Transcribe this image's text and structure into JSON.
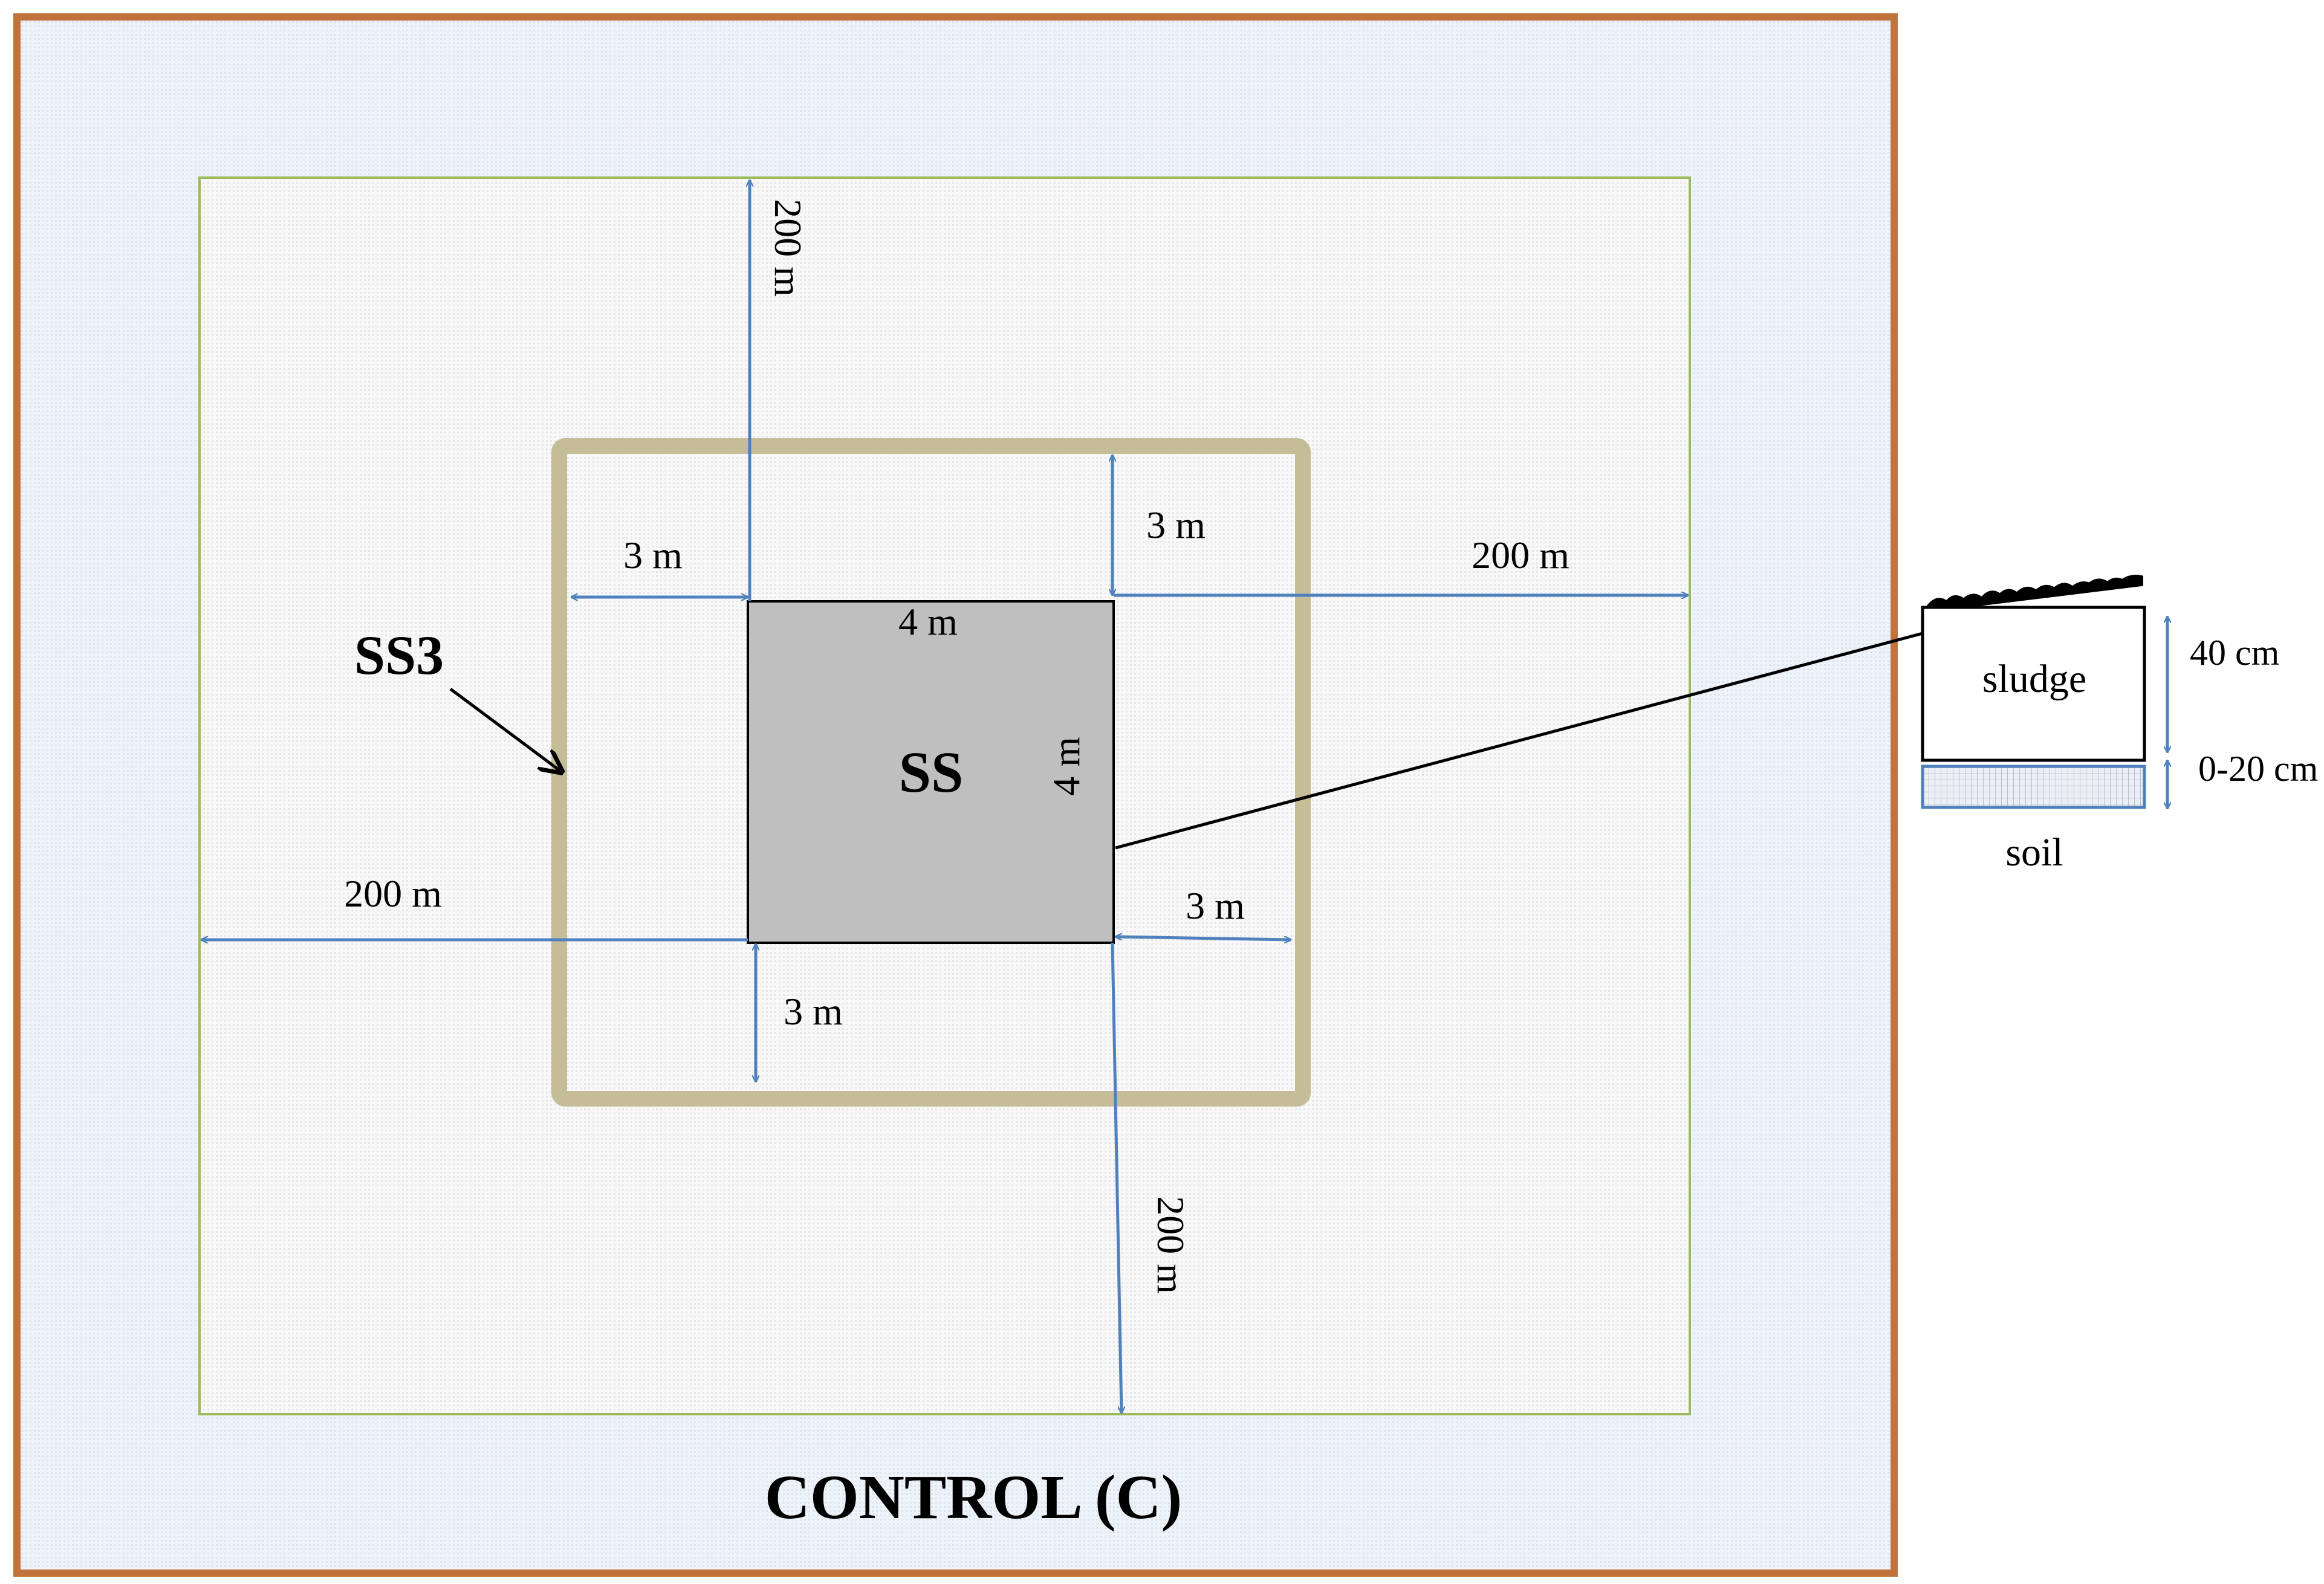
{
  "title": "CONTROL (C)",
  "zones": {
    "ss": "SS",
    "ss3": "SS3"
  },
  "dimensions": {
    "top_200": "200 m",
    "right_200": "200 m",
    "left_200": "200 m",
    "bottom_200": "200 m",
    "left_3": "3 m",
    "top_3": "3 m",
    "right_3": "3 m",
    "bottom_3": "3 m",
    "ss_width": "4 m",
    "ss_height": "4 m"
  },
  "profile": {
    "sludge": "sludge",
    "soil": "soil",
    "sludge_depth": "40 cm",
    "soil_depth": "0-20 cm"
  },
  "colors": {
    "outer_border": "#c0733a",
    "outer_fill": "#eef2f9",
    "inner_border": "#9bbb59",
    "inner_fill": "#f7f7f7",
    "ss3_border": "#c4bd97",
    "ss_fill": "#bfbfbf",
    "arrow": "#4f81bd",
    "soil_border": "#4f81bd"
  }
}
